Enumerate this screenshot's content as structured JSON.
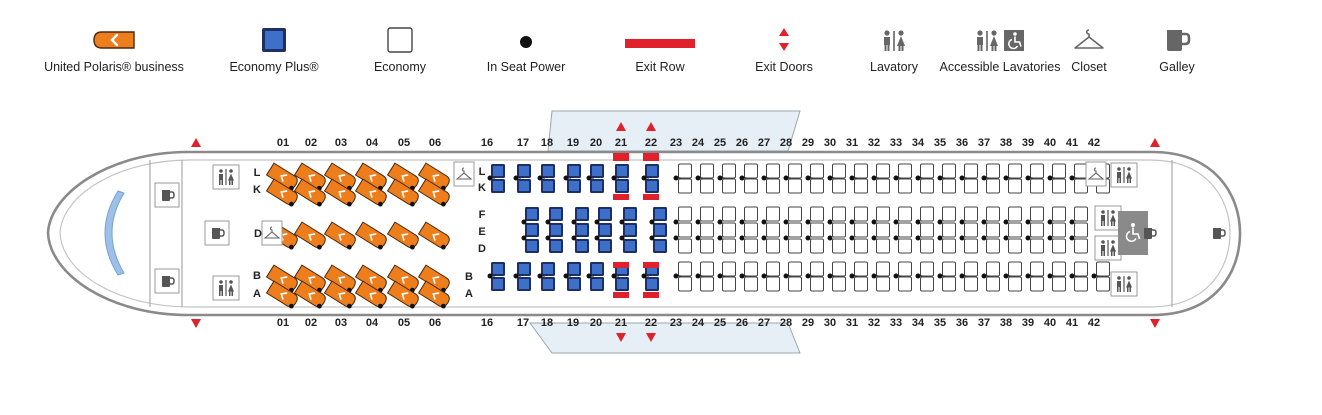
{
  "legend": {
    "items": [
      {
        "name": "polaris-business-icon",
        "label": "United Polaris® business"
      },
      {
        "name": "economy-plus-icon",
        "label": "Economy Plus®"
      },
      {
        "name": "economy-icon",
        "label": "Economy"
      },
      {
        "name": "in-seat-power-icon",
        "label": "In Seat Power"
      },
      {
        "name": "exit-row-icon",
        "label": "Exit Row"
      },
      {
        "name": "exit-doors-icon",
        "label": "Exit Doors"
      },
      {
        "name": "lavatory-icon",
        "label": "Lavatory"
      },
      {
        "name": "accessible-lavatory-icon",
        "label": "Accessible Lavatories"
      },
      {
        "name": "closet-icon",
        "label": "Closet"
      },
      {
        "name": "galley-icon",
        "label": "Galley"
      }
    ]
  },
  "colors": {
    "business": "#ee7d1c",
    "economy_plus": "#3e6fc9",
    "economy_plus_border": "#1d2f66",
    "exit": "#e0202a",
    "fuselage": "#8a8a8a",
    "power": "#111111"
  },
  "cabin": {
    "business_rows": [
      "01",
      "02",
      "03",
      "04",
      "05",
      "06"
    ],
    "economy_plus_rows": [
      "16",
      "17",
      "18",
      "19",
      "20",
      "21",
      "22"
    ],
    "economy_rows": [
      "23",
      "24",
      "25",
      "26",
      "27",
      "28",
      "29",
      "30",
      "31",
      "32",
      "33",
      "34",
      "35",
      "36",
      "37",
      "38",
      "39",
      "40",
      "41",
      "42"
    ],
    "exit_rows": [
      "21",
      "22"
    ],
    "business_seat_letters": [
      "L",
      "K",
      "D",
      "B",
      "A"
    ],
    "economy_seat_letters": [
      "L",
      "K",
      "F",
      "E",
      "D",
      "B",
      "A"
    ]
  }
}
